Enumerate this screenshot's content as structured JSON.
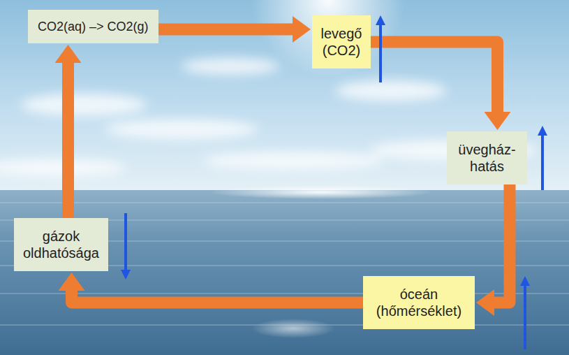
{
  "diagram": {
    "nodes": [
      {
        "text": [
          "CO2(aq) –> CO2(g)"
        ]
      },
      {
        "text": [
          "levegő (CO2)"
        ]
      },
      {
        "text": [
          "üvegház-hatás"
        ]
      },
      {
        "text": [
          "óceán (hőmérséklet)"
        ]
      },
      {
        "text": [
          "gázok oldhatósága"
        ]
      }
    ],
    "edges": [
      {
        "from": 0,
        "to": 1,
        "arrow": "to"
      },
      {
        "from": 1,
        "to": 2,
        "arrow": "to"
      },
      {
        "from": 2,
        "to": 3,
        "arrow": "to"
      },
      {
        "from": 3,
        "to": 4,
        "arrow": "to"
      },
      {
        "from": 4,
        "to": 0,
        "arrow": "to"
      }
    ]
  }
}
